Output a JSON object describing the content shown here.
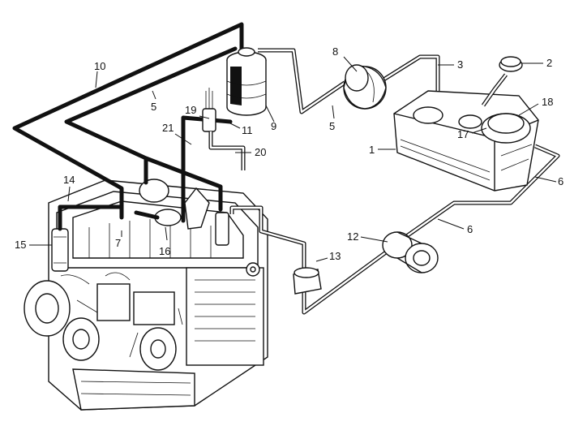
{
  "diagram": {
    "labels": [
      "1",
      "2",
      "3",
      "5",
      "5",
      "6",
      "6",
      "7",
      "8",
      "9",
      "10",
      "11",
      "12",
      "13",
      "14",
      "15",
      "16",
      "17",
      "18",
      "19",
      "20",
      "21"
    ]
  },
  "colors": {
    "ink": "#111111",
    "paper": "#ffffff"
  }
}
